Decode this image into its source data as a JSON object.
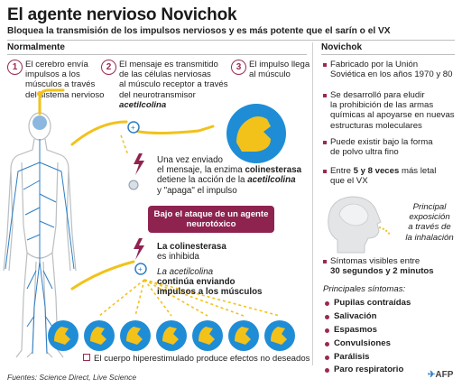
{
  "header": {
    "title": "El agente nervioso Novichok",
    "subtitle": "Bloquea la transmisión de los impulsos nerviosos y es más potente que el sarín o el VX"
  },
  "normal": {
    "heading": "Normalmente",
    "steps": [
      {
        "num": "1",
        "lines": [
          "El cerebro envía",
          "impulsos a los",
          "músculos a través",
          "del sistema nervioso"
        ]
      },
      {
        "num": "2",
        "lines": [
          "El mensaje es transmitido",
          "de las células nerviosas",
          "al músculo receptor a través",
          "del neurotransmisor"
        ],
        "emph": "acetilcolina"
      },
      {
        "num": "3",
        "lines": [
          "El impulso llega",
          "al músculo"
        ]
      }
    ],
    "enzyme_lines": [
      "Una vez enviado",
      "el mensaje, la enzima "
    ],
    "enzyme_bold": "colinesterasa",
    "enzyme_rest1": "detiene la acción de la ",
    "enzyme_emph": "acetilcolina",
    "enzyme_rest2": "y \"apaga\" el impulso"
  },
  "attack": {
    "banner": "Bajo el ataque de un agente neurotóxico",
    "inhibit_bold": "La colinesterasa",
    "inhibit_rest": "es inhibida",
    "cont_emph": "La acetilcolina",
    "cont_bold1": "continúa enviando",
    "cont_bold2": "impulsos a los músculos",
    "effects": "El cuerpo hiperestimulado produce efectos no deseados"
  },
  "novichok": {
    "heading": "Novichok",
    "facts": [
      {
        "lines": [
          "Fabricado por la Unión",
          "Soviética en los años 1970 y 80"
        ]
      },
      {
        "lines": [
          "Se desarrolló para eludir",
          "la prohibición de las armas",
          "químicas al apoyarse en nuevas",
          "estructuras moleculares"
        ]
      },
      {
        "lines": [
          "Puede existir bajo la forma",
          "de polvo ultra fino"
        ]
      }
    ],
    "potency_pre": "Entre ",
    "potency_bold": "5 y 8 veces",
    "potency_post": " más letal",
    "potency_line2": "que el VX",
    "exposure": [
      "Principal",
      "exposición",
      "a través de",
      "la inhalación"
    ],
    "onset_line1": "Síntomas visibles entre",
    "onset_bold": "30 segundos y 2 minutos",
    "symptoms_heading": "Principales síntomas:",
    "symptoms": [
      "Pupilas contraídas",
      "Salivación",
      "Espasmos",
      "Convulsiones",
      "Parálisis",
      "Paro respiratorio"
    ]
  },
  "footer": {
    "sources": "Fuentes: Science Direct, Live Science",
    "credit": "AFP"
  },
  "colors": {
    "accent": "#9a2a4e",
    "nerve_yellow": "#f2c21b",
    "muscle_blue": "#1f8dd6",
    "body_grey": "#cfd3d6"
  }
}
